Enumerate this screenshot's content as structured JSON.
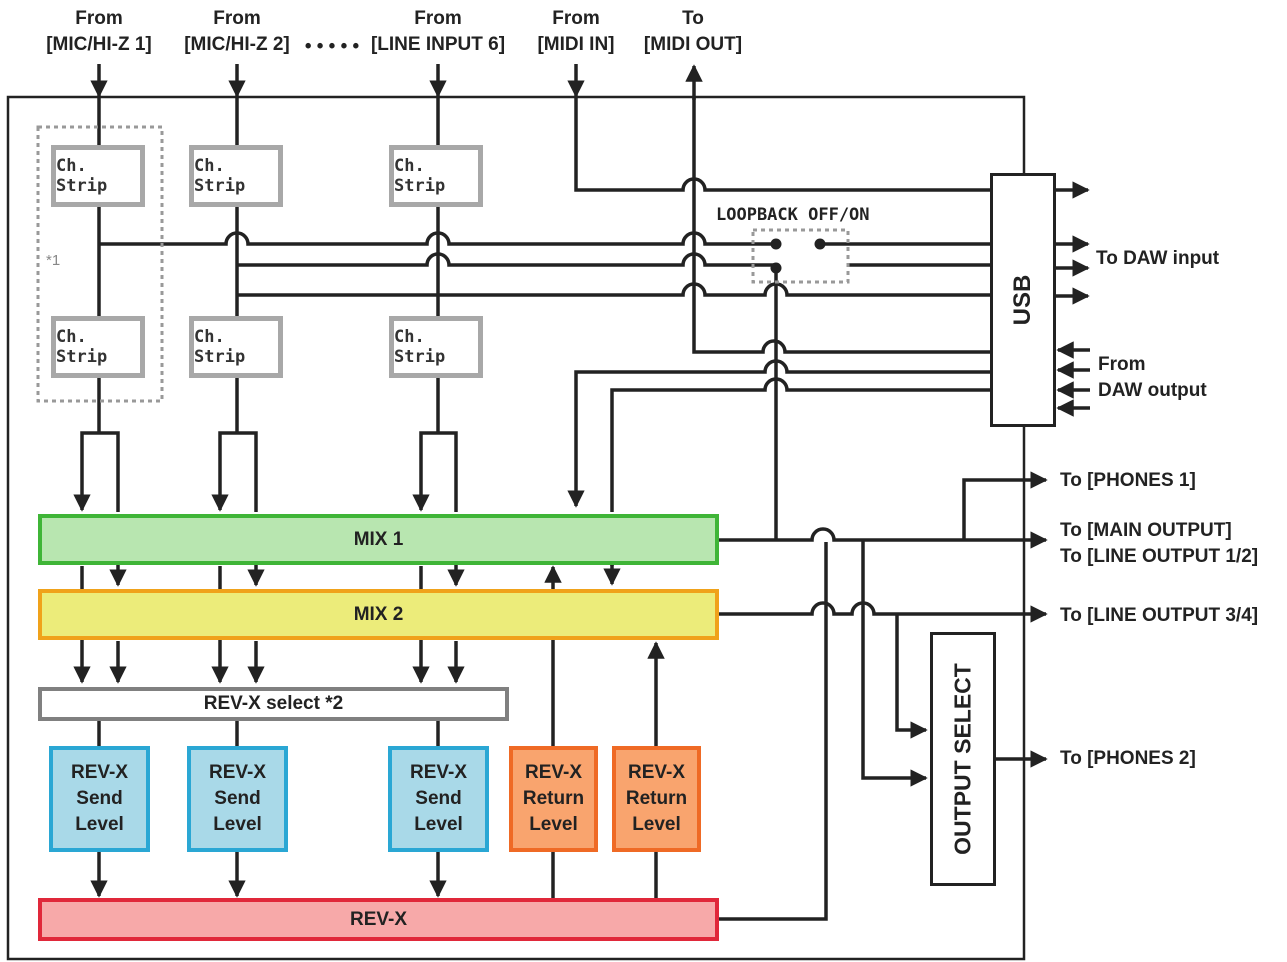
{
  "inputs": [
    {
      "line1": "From",
      "line2": "[MIC/HI-Z 1]"
    },
    {
      "line1": "From",
      "line2": "[MIC/HI-Z 2]"
    },
    {
      "line1": "From",
      "line2": "[LINE INPUT 6]"
    },
    {
      "line1": "From",
      "line2": "[MIDI IN]"
    },
    {
      "line1": "To",
      "line2": "[MIDI OUT]"
    }
  ],
  "ellipsis": "• • • • •",
  "channel_strip_label": "Ch. Strip",
  "note_1": "*1",
  "loopback_label": "LOOPBACK OFF/ON",
  "usb_label": "USB",
  "daw_input_label": "To DAW input",
  "daw_output_label": {
    "line1": "From",
    "line2": "DAW output"
  },
  "mix1_label": "MIX 1",
  "mix2_label": "MIX 2",
  "revx_select_label": "REV-X select *2",
  "send_level_label": "REV-X\nSend\nLevel",
  "return_level_label": "REV-X\nReturn\nLevel",
  "revx_label": "REV-X",
  "output_select_label": "OUTPUT SELECT",
  "outputs": {
    "phones1": "To [PHONES 1]",
    "main_output": "To [MAIN OUTPUT]",
    "line_output_12": "To [LINE OUTPUT 1/2]",
    "line_output_34": "To [LINE OUTPUT 3/4]",
    "phones2": "To [PHONES 2]"
  },
  "colors": {
    "mix1_fill": "#b8e6b0",
    "mix1_border": "#3fb537",
    "mix2_fill": "#ecec7a",
    "mix2_border": "#f0a21a",
    "revx_fill": "#f7a9a9",
    "revx_border": "#e0283a",
    "send_fill": "#a9d9e8",
    "send_border": "#2aa7d4",
    "return_fill": "#f9a46e",
    "return_border": "#ef6a25"
  }
}
